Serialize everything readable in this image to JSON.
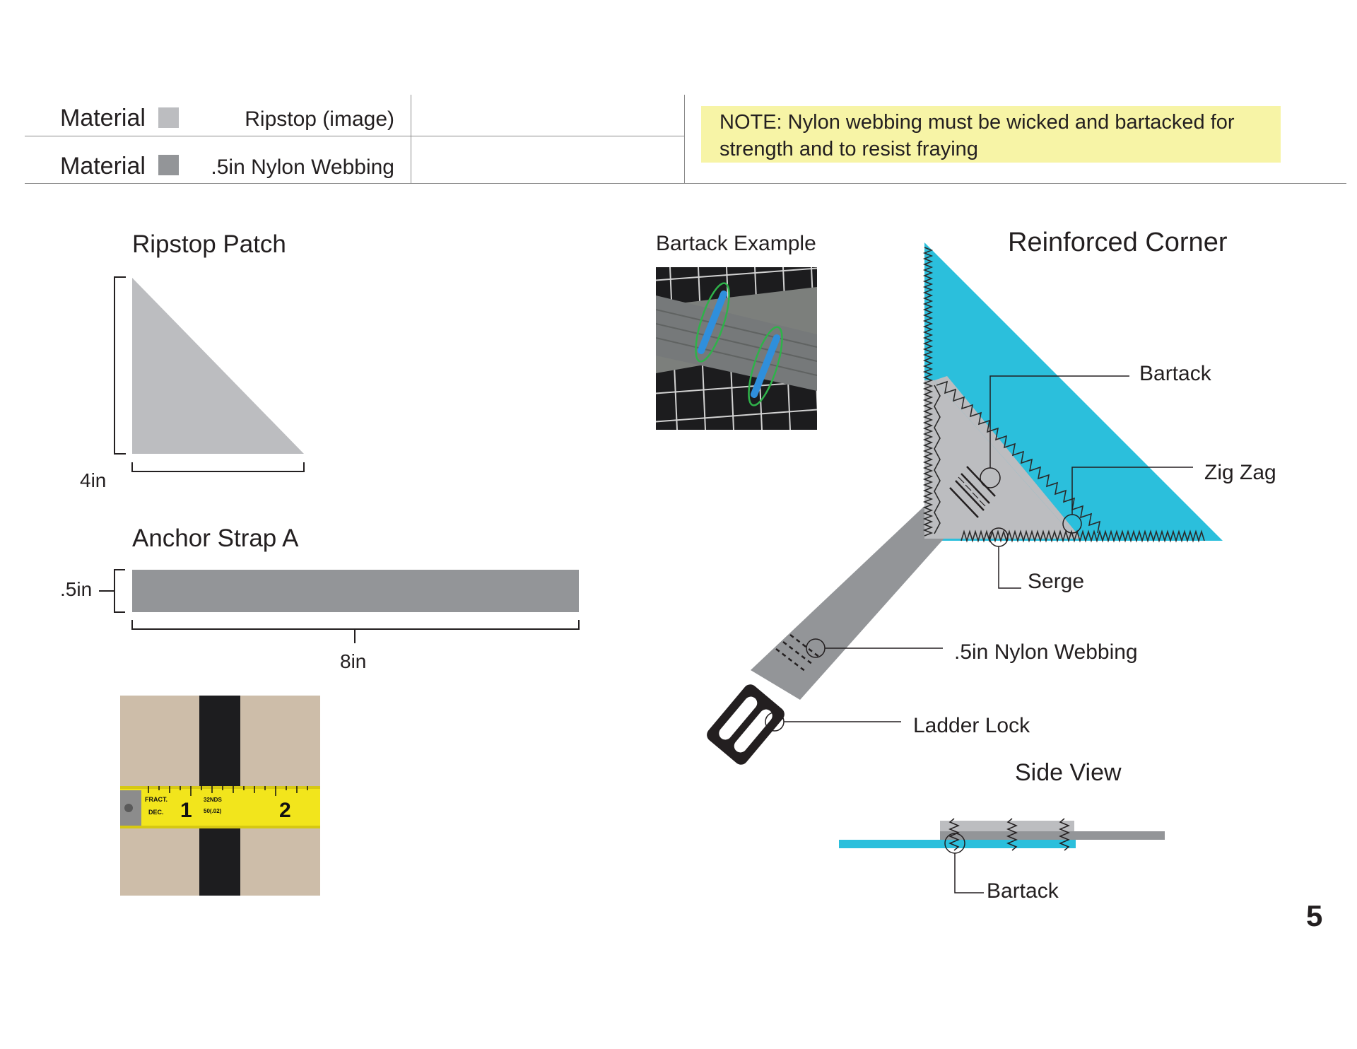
{
  "header": {
    "materials": [
      {
        "label": "Material",
        "name": "Ripstop (image)",
        "swatch": "#bcbdc0"
      },
      {
        "label": "Material",
        "name": ".5in Nylon Webbing",
        "swatch": "#939598"
      }
    ],
    "note": {
      "prefix": "NOTE:",
      "text": " Nylon webbing must be wicked and bartacked for strength and to resist fraying"
    }
  },
  "ripstop_patch": {
    "title": "Ripstop Patch",
    "dimension": "4in",
    "color": "#bcbdc0"
  },
  "anchor_strap": {
    "title": "Anchor Strap A",
    "height_label": ".5in",
    "length_label": "8in",
    "color": "#939598"
  },
  "bartack_example": {
    "title": "Bartack Example"
  },
  "reinforced_corner": {
    "title": "Reinforced Corner",
    "labels": {
      "bartack": "Bartack",
      "zigzag": "Zig Zag",
      "serge": "Serge",
      "webbing": ".5in Nylon Webbing",
      "ladder_lock": "Ladder Lock"
    },
    "colors": {
      "fabric": "#2bbfdc",
      "patch": "#bcbdc0",
      "webbing": "#939598",
      "hardware": "#231f20"
    }
  },
  "side_view": {
    "title": "Side View",
    "label": "Bartack"
  },
  "page_number": "5"
}
